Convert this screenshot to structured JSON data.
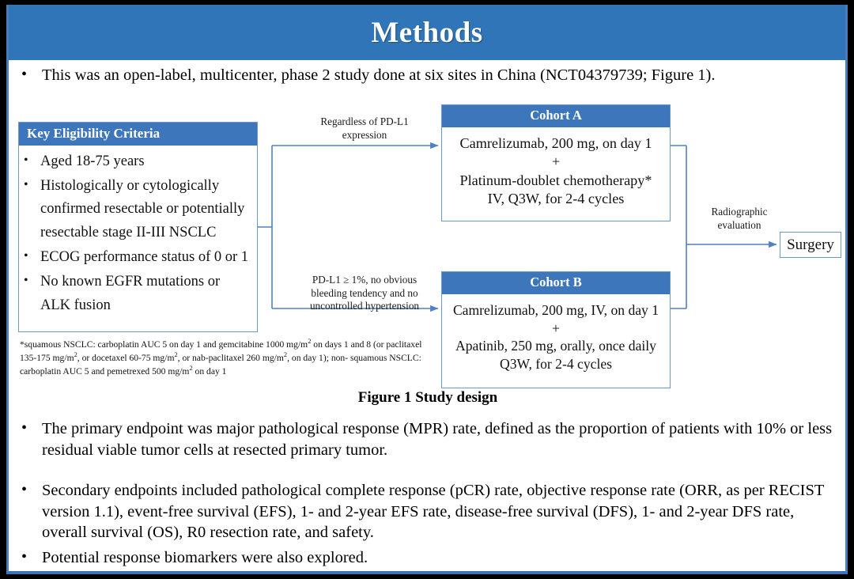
{
  "slide": {
    "title": "Methods",
    "accent_blue": "#3075b8",
    "box_header_blue": "#3e76bb",
    "box_border_blue": "#6d96c9",
    "frame_black": "#000000",
    "bullet_glyph": "•"
  },
  "lead_bullet": "This was an open-label, multicenter, phase 2 study done at six sites in China (NCT04379739; Figure 1).",
  "figure": {
    "caption": "Figure 1 Study design",
    "eligibility": {
      "header": "Key  Eligibility Criteria",
      "items": [
        "Aged 18-75 years",
        "Histologically or cytologically confirmed resectable or potentially resectable stage II-III  NSCLC",
        "ECOG performance status of 0 or 1",
        "No known EGFR mutations or ALK fusion"
      ]
    },
    "footnote": {
      "line1_a": "*squamous NSCLC: carboplatin AUC 5 on day 1 and gemcitabine 1000 mg/m",
      "line1_b": " on days 1 and 8 (or",
      "line2_a": "paclitaxel 135-175  mg/m",
      "line2_b": ", or docetaxel 60-75 mg/m",
      "line2_c": ", or nab-paclitaxel 260 mg/m",
      "line2_d": ", on day 1); non-",
      "line3_a": "squamous NSCLC: carboplatin AUC 5 and pemetrexed 500 mg/m",
      "line3_b": " on day 1",
      "superscript": "2"
    },
    "cohort_a": {
      "header": "Cohort A",
      "lines": [
        "Camrelizumab, 200 mg, on day 1",
        "+",
        "Platinum-doublet chemotherapy*",
        "IV, Q3W, for 2-4 cycles"
      ]
    },
    "cohort_b": {
      "header": "Cohort B",
      "lines": [
        "Camrelizumab, 200 mg, IV, on day 1",
        "+",
        "Apatinib, 250 mg, orally, once daily",
        "Q3W, for 2-4 cycles"
      ]
    },
    "connector_labels": {
      "to_cohort_a_line1": "Regardless  of PD-L1",
      "to_cohort_a_line2": "expression",
      "to_cohort_b_line1": "PD-L1 ≥ 1%, no obvious",
      "to_cohort_b_line2": "bleeding tendency  and no",
      "to_cohort_b_line3": "uncontrolled  hypertension",
      "to_surgery_line1": "Radiographic",
      "to_surgery_line2": "evaluation"
    },
    "surgery": {
      "label": "Surgery"
    }
  },
  "endpoints": [
    "The primary endpoint was major pathological response (MPR) rate, defined as the proportion of patients with 10% or less residual viable tumor cells at resected primary tumor.",
    "Secondary endpoints included pathological complete response (pCR) rate, objective response rate (ORR, as per RECIST version 1.1), event-free survival (EFS), 1- and 2-year EFS rate, disease-free survival (DFS), 1- and 2-year DFS rate, overall survival (OS), R0 resection rate, and safety.",
    "Potential response biomarkers were also explored."
  ]
}
